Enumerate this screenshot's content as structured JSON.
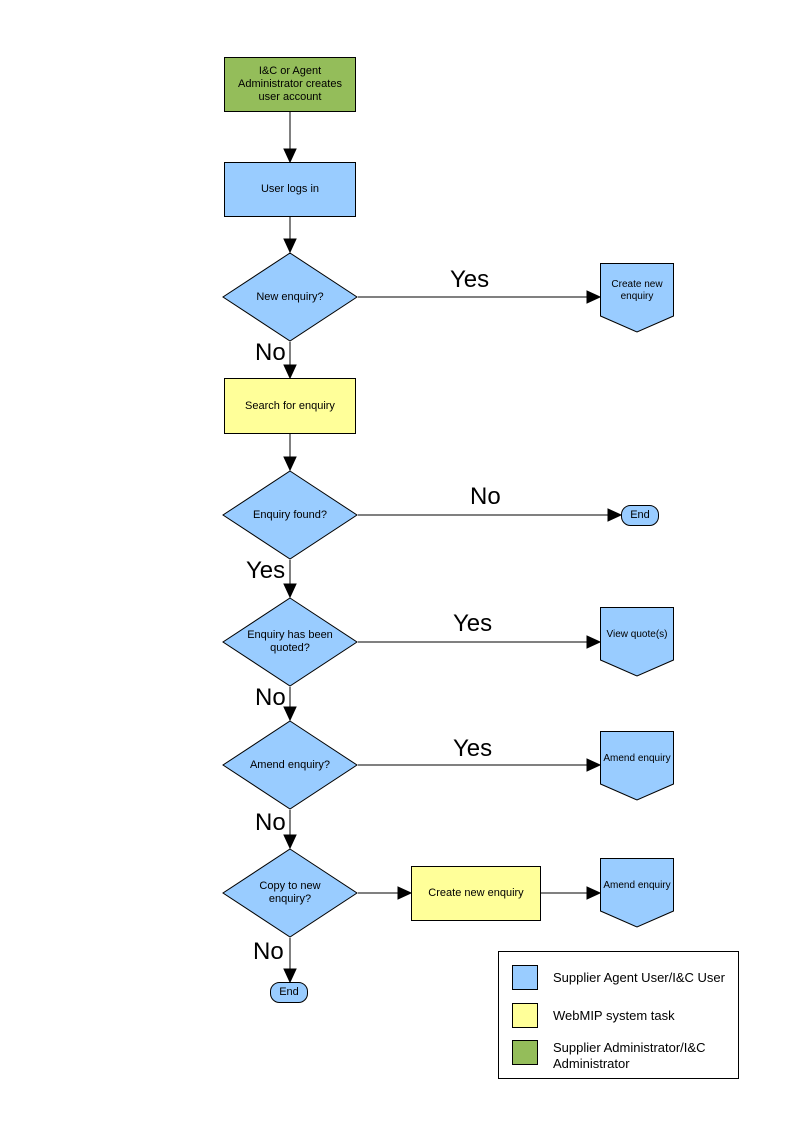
{
  "flowchart": {
    "colors": {
      "user": "#99CCFF",
      "system": "#FFFF99",
      "admin": "#94BD5A",
      "line": "#000000"
    },
    "nodes": {
      "admin_creates_account": {
        "label": "I&C or Agent Administrator creates user account"
      },
      "user_logs_in": {
        "label": "User logs in"
      },
      "new_enquiry": {
        "label": "New enquiry?"
      },
      "create_new_enquiry_top": {
        "label": "Create new enquiry"
      },
      "search_for_enquiry": {
        "label": "Search for enquiry"
      },
      "enquiry_found": {
        "label": "Enquiry found?"
      },
      "end_right": {
        "label": "End"
      },
      "enquiry_quoted": {
        "label": "Enquiry has been quoted?"
      },
      "view_quotes": {
        "label": "View quote(s)"
      },
      "amend_enquiry_q": {
        "label": "Amend enquiry?"
      },
      "amend_enquiry_1": {
        "label": "Amend enquiry"
      },
      "copy_to_new_enquiry": {
        "label": "Copy to new enquiry?"
      },
      "create_new_enquiry_mid": {
        "label": "Create new enquiry"
      },
      "amend_enquiry_2": {
        "label": "Amend enquiry"
      },
      "end_bottom": {
        "label": "End"
      }
    },
    "edge_labels": {
      "new_enquiry_yes": "Yes",
      "new_enquiry_no": "No",
      "enquiry_found_no": "No",
      "enquiry_found_yes": "Yes",
      "quoted_yes": "Yes",
      "quoted_no": "No",
      "amend_yes": "Yes",
      "amend_no": "No",
      "copy_no": "No"
    }
  },
  "legend": {
    "items": [
      {
        "color": "#99CCFF",
        "label": "Supplier Agent User/I&C User"
      },
      {
        "color": "#FFFF99",
        "label": "WebMIP system task"
      },
      {
        "color": "#94BD5A",
        "label": "Supplier Administrator/I&C Administrator"
      }
    ]
  }
}
